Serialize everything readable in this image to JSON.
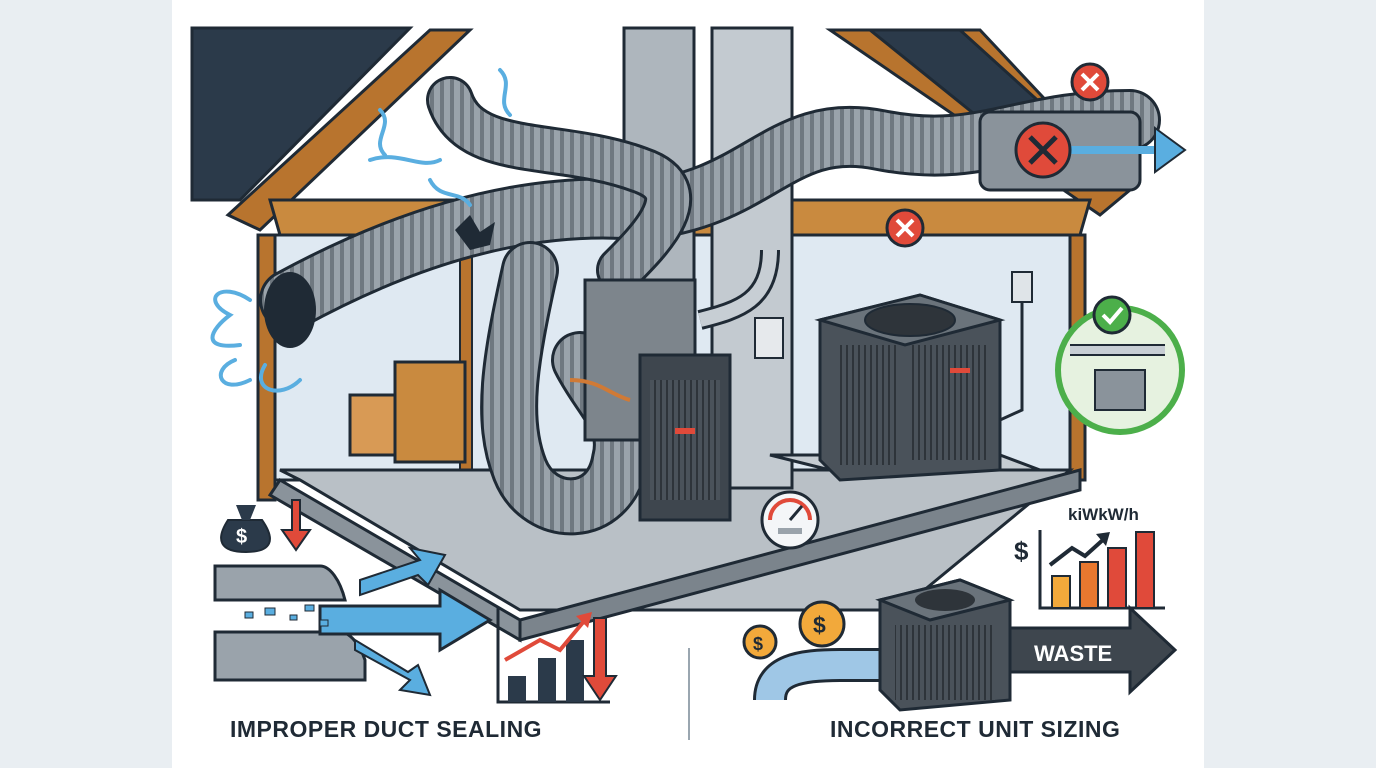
{
  "captions": {
    "left": "IMPROPER DUCT SEALING",
    "right": "INCORRECT UNIT SIZING"
  },
  "labels": {
    "energy_unit": "kiWkW/h",
    "waste": "WASTE",
    "dollar": "$"
  },
  "colors": {
    "roof_dark": "#2b3a4a",
    "wood": "#b8742e",
    "duct": "#9aa3ab",
    "air_blue": "#5aaee0",
    "error_red": "#e04a3a",
    "ok_green": "#4caf4a",
    "coin": "#f2a93b"
  },
  "icons": [
    "money-bag-icon",
    "down-arrow-icon",
    "error-x-icon",
    "check-icon",
    "pressure-gauge-icon",
    "coin-icon",
    "blocked-vent-icon"
  ]
}
